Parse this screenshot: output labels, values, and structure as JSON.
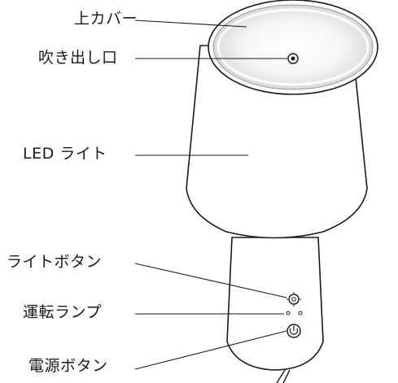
{
  "labels": {
    "top_cover": "上カバー",
    "air_outlet": "吹き出し口",
    "led_light": "LED ライト",
    "light_button": "ライトボタン",
    "operation_lamp": "運転ランプ",
    "power_button": "電源ボタン"
  },
  "colors": {
    "line": "#1a1a1a",
    "body_fill": "#ffffff",
    "cover_highlight": "#d8d8d8"
  },
  "icons": [
    "light-button-icon",
    "power-icon"
  ]
}
